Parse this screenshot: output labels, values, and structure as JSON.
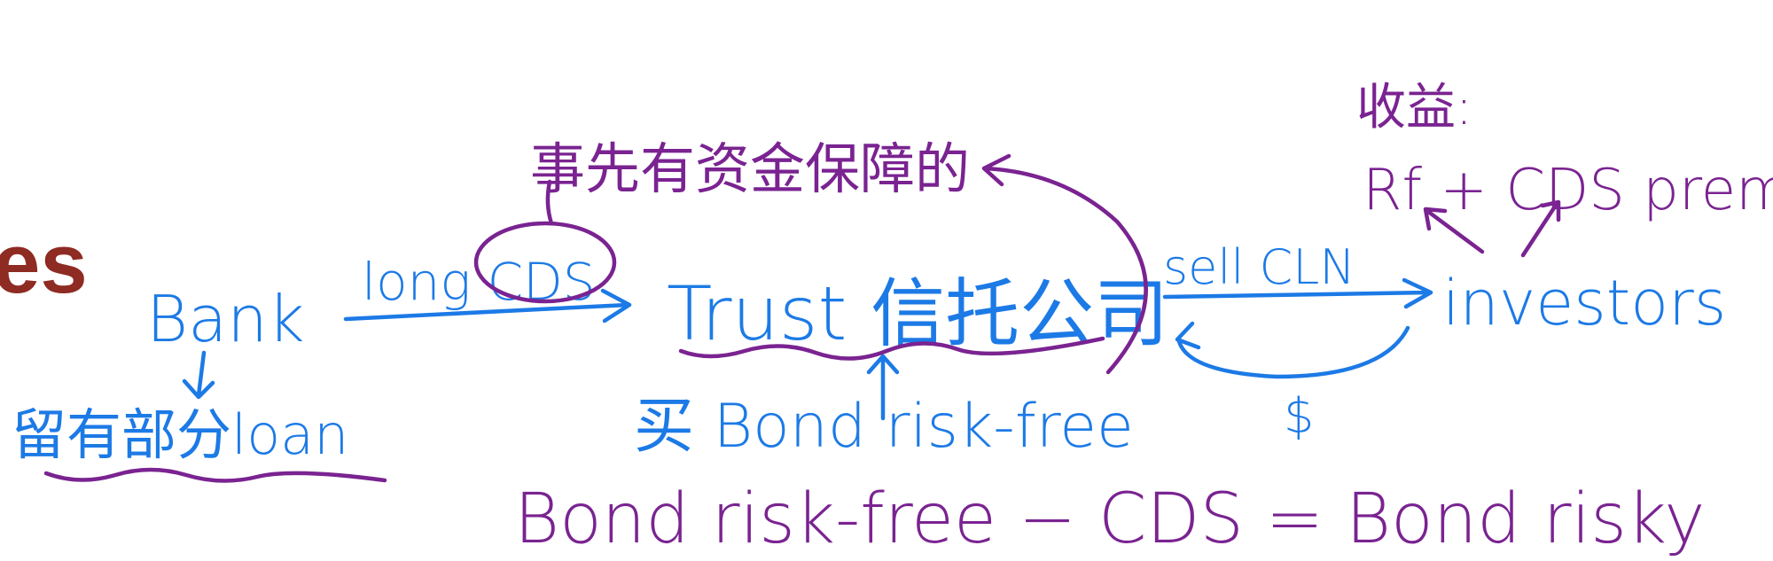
{
  "slide_title_fragment": "es",
  "nodes": {
    "bank": "Bank",
    "bank_note": "留有部分loan",
    "trust": "Trust 信托公司",
    "investors": "investors"
  },
  "edges": {
    "bank_to_trust": "long CDS",
    "trust_to_investors": "sell CLN",
    "investors_to_trust": "$"
  },
  "annotations": {
    "funded_note": "事先有资金保障的",
    "buy_bond": "买 Bond risk-free",
    "equation": "Bond risk-free − CDS = Bond risky",
    "return_label": "收益:",
    "return_formula": "Rf + CDS premium"
  },
  "colors": {
    "blue": "#1c7ae6",
    "purple": "#7a2391",
    "title_red": "#8e2b22"
  }
}
